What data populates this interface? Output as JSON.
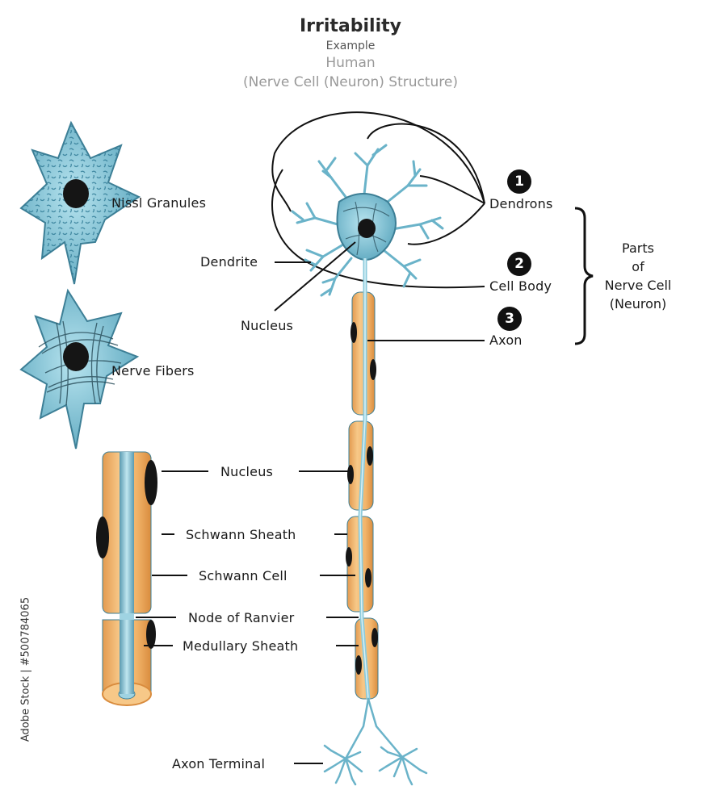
{
  "title": {
    "main": "Irritability",
    "example": "Example",
    "subject": "Human",
    "structure": "(Nerve Cell (Neuron) Structure)"
  },
  "cells": {
    "nissl_granules": "Nissl Granules",
    "nerve_fibers": "Nerve Fibers"
  },
  "neuron": {
    "dendrite": "Dendrite",
    "nucleus": "Nucleus",
    "axon_terminal": "Axon Terminal"
  },
  "parts": {
    "items": [
      {
        "number": "1",
        "label": "Dendrons"
      },
      {
        "number": "2",
        "label": "Cell Body"
      },
      {
        "number": "3",
        "label": "Axon"
      }
    ],
    "bracket_label": "Parts of Nerve Cell (Neuron)"
  },
  "axon_detail": {
    "nucleus": "Nucleus",
    "schwann_sheath": "Schwann Sheath",
    "schwann_cell": "Schwann Cell",
    "node_of_ranvier": "Node of Ranvier",
    "medullary_sheath": "Medullary Sheath"
  },
  "watermark": "Adobe Stock | #500784065",
  "colors": {
    "cell_fill": "#7ec3d6",
    "cell_stroke": "#3d7f96",
    "myelin": "#f2b46a",
    "myelin_dark": "#e0954a",
    "axon": "#9fd3e2",
    "nucleus": "#151515"
  }
}
